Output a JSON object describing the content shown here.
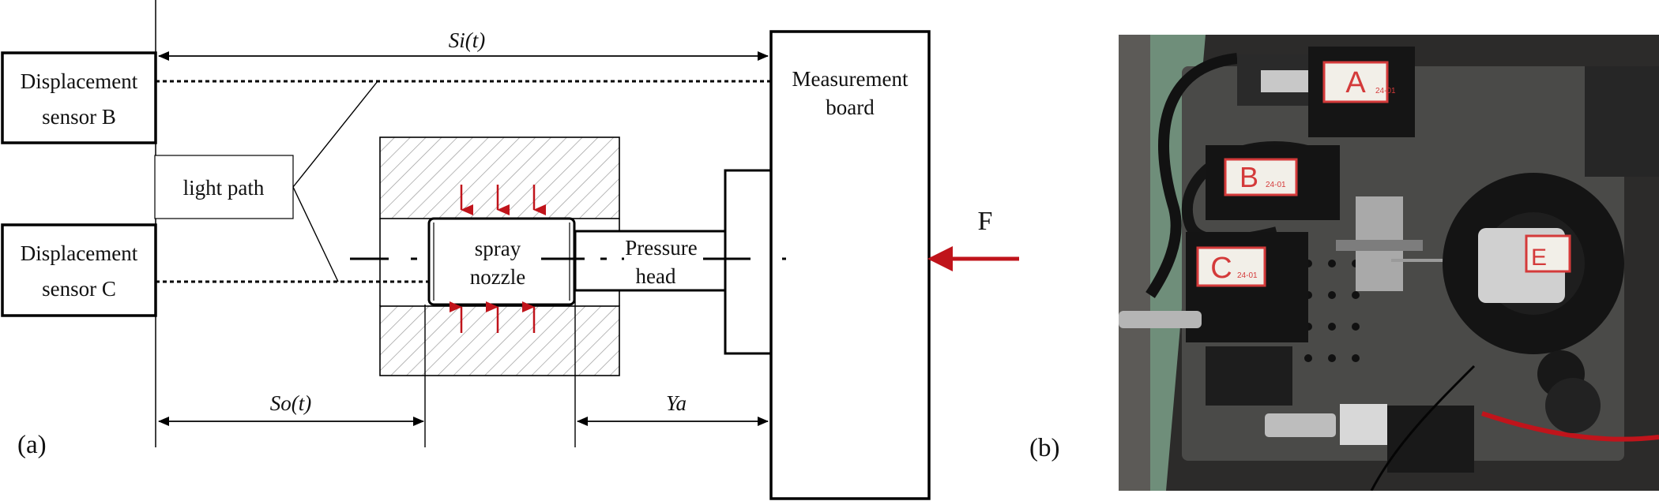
{
  "panel_a": {
    "label": "(a)",
    "sensor_b": {
      "line1": "Displacement",
      "line2": "sensor B"
    },
    "sensor_c": {
      "line1": "Displacement",
      "line2": "sensor C"
    },
    "light_path": "light path",
    "measurement_board": {
      "line1": "Measurement",
      "line2": "board"
    },
    "spray_nozzle": {
      "line1": "spray",
      "line2": "nozzle"
    },
    "pressure_head": {
      "line1": "Pressure",
      "line2": "head"
    },
    "dim_si": "Si(t)",
    "dim_so": "So(t)",
    "dim_ya": "Ya",
    "force": "F"
  },
  "panel_b": {
    "label": "(b)",
    "sensor_labels": {
      "a": "A",
      "b": "B",
      "c": "C",
      "e": "E"
    },
    "sensor_sublabels": {
      "a": "24-01",
      "b": "24-01",
      "c": "24-01"
    },
    "colors": {
      "arrow_red": "#c0141b",
      "label_red": "#d43a3a"
    }
  }
}
